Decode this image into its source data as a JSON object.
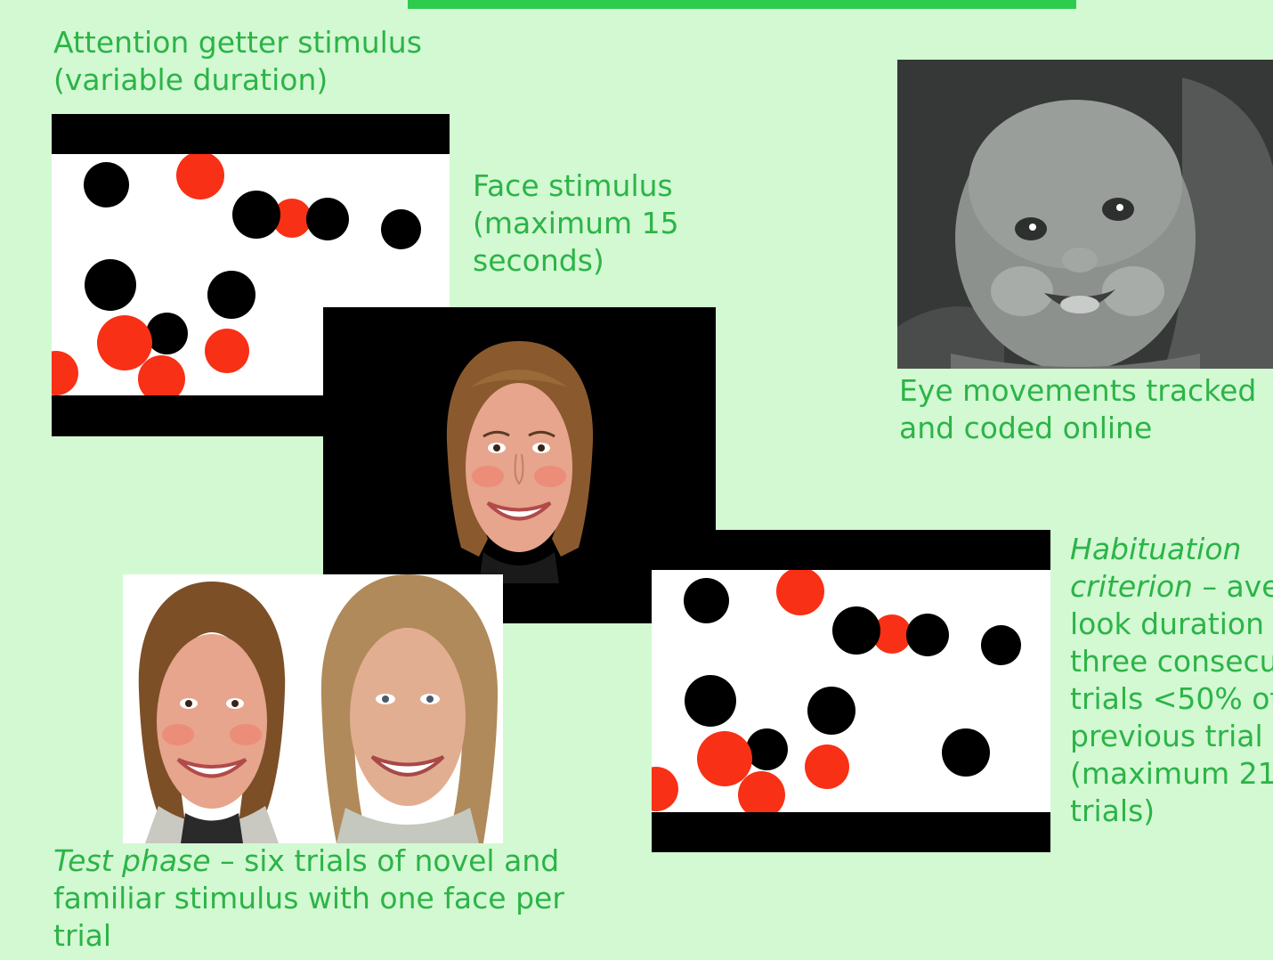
{
  "captions": {
    "attention_getter": [
      "Attention getter stimulus",
      "(variable duration)"
    ],
    "face_stimulus": [
      "Face stimulus",
      "(maximum 15",
      "seconds)"
    ],
    "eye_tracking": [
      "Eye movements tracked",
      "and coded online"
    ],
    "habituation": {
      "term": "Habituation",
      "term2": "criterion",
      "rest_line1": " – ave",
      "lines": [
        "look duration",
        "three consecu",
        "trials <50% of",
        "previous trial",
        "(maximum 21",
        "trials)"
      ]
    },
    "test_phase": {
      "term": "Test phase",
      "rest_line1": " – six trials of novel and",
      "lines": [
        "familiar stimulus with one face per",
        "trial"
      ]
    }
  },
  "colors": {
    "background": "#d3f9d3",
    "caption_green": "#2cb447",
    "topbar_green": "#2ecc4e",
    "dot_red": "#f83015",
    "dot_black": "#000000"
  },
  "images": {
    "attention_getter_screen": "attention-getter-dots",
    "face_stimulus_screen": "smiling-woman-face",
    "infant_camera": "infant-infrared-photo",
    "test_faces": [
      "familiar-face",
      "novel-face"
    ],
    "habituation_screen": "attention-getter-dots"
  }
}
